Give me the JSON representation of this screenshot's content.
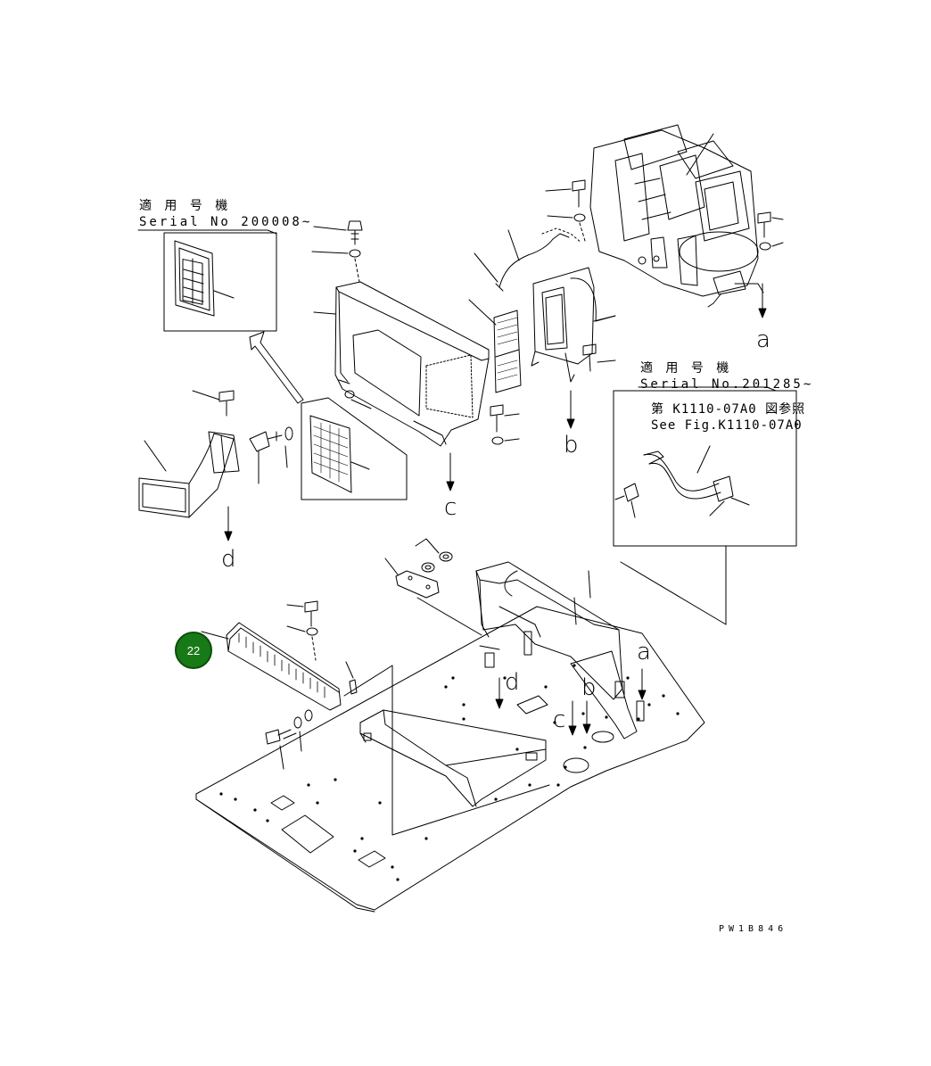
{
  "diagram": {
    "serial_note_1": {
      "jp": "適 用 号 機",
      "serial": "Serial No 200008~"
    },
    "serial_note_2": {
      "jp": "適 用 号 機",
      "serial": "Serial No.201285~",
      "ref_jp": "第 K1110-07A0 図参照",
      "ref_en": "See Fig.K1110-07A0"
    },
    "arrow_labels": {
      "a_top": "a",
      "b_top": "b",
      "c_top": "c",
      "d_top": "d",
      "a_bottom": "a",
      "b_bottom": "b",
      "c_bottom": "c",
      "d_bottom": "d"
    },
    "callout": {
      "number": "22",
      "color": "#177a17"
    },
    "drawing_code": "PW1B846"
  }
}
